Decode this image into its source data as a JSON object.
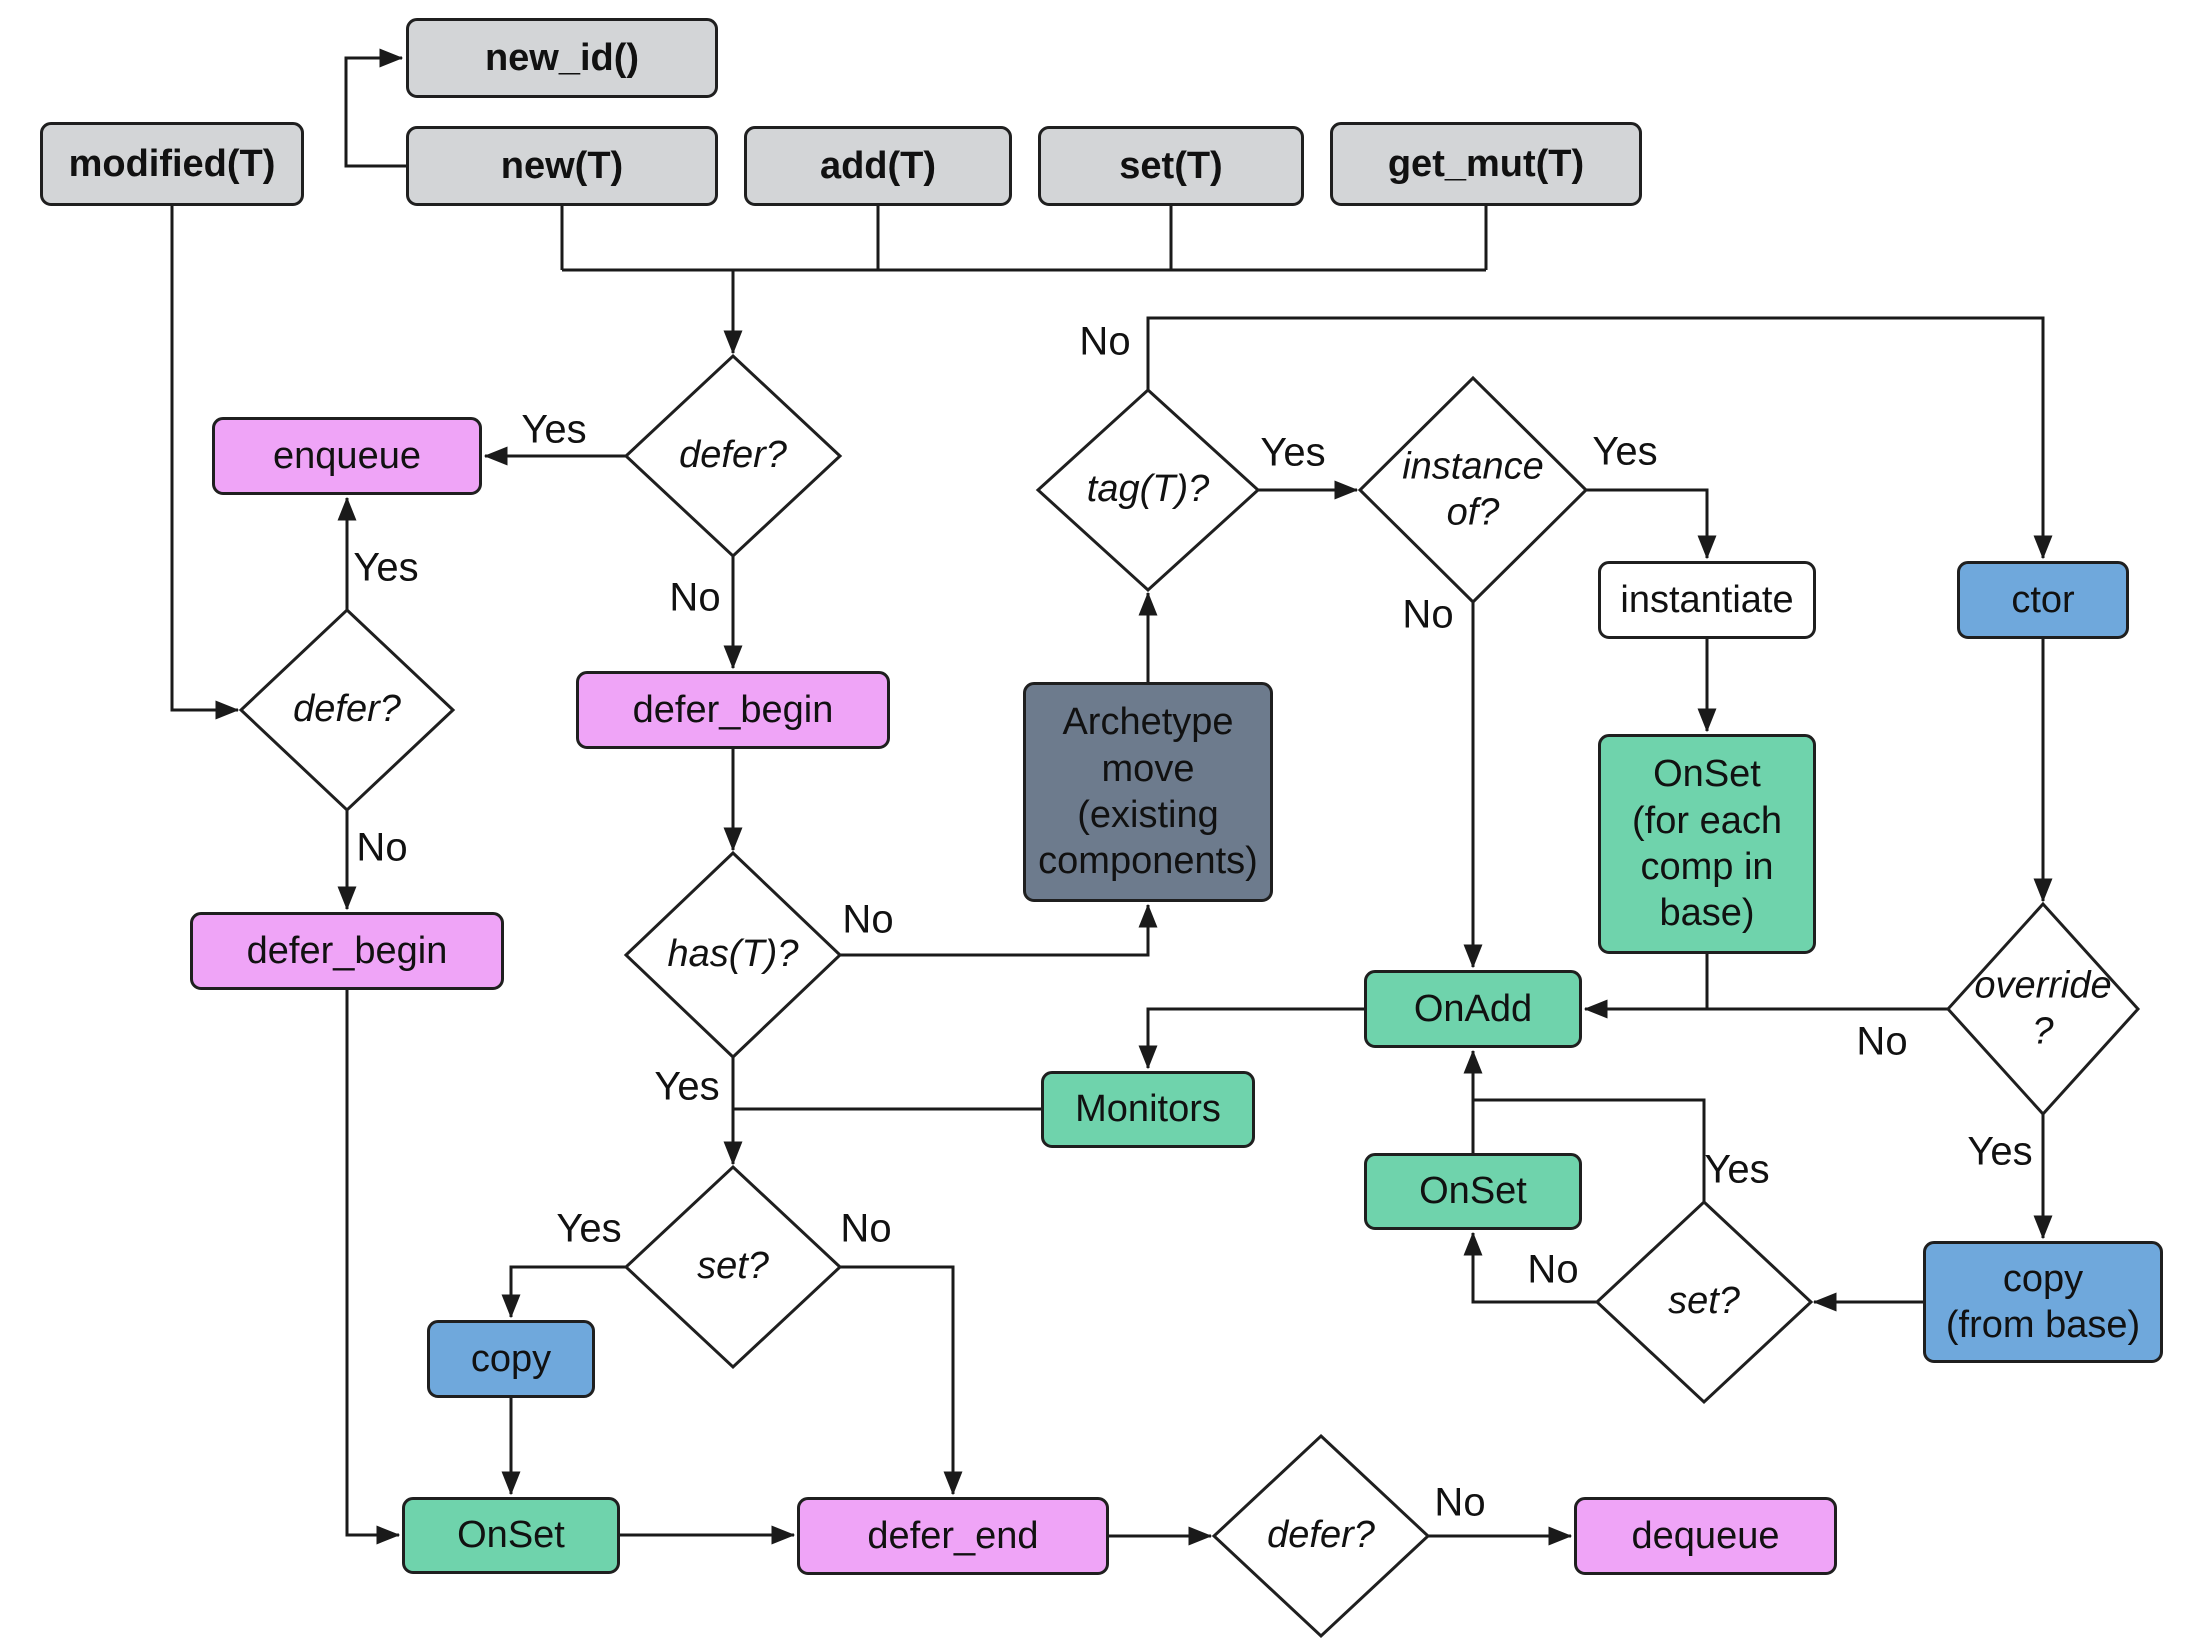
{
  "colors": {
    "operation_gray": "#d3d5d7",
    "defer_pink": "#efa4f7",
    "hook_green": "#6fd3ac",
    "copy_blue": "#6fa8dc",
    "archetype_slate": "#6d7b8d",
    "diamond_white": "#ffffff",
    "border_dark": "#1f1f1f",
    "line_dark": "#1a1a1a"
  },
  "nodes": {
    "modified": "modified(T)",
    "new_id": "new_id()",
    "new": "new(T)",
    "add": "add(T)",
    "set": "set(T)",
    "get_mut": "get_mut(T)",
    "enqueue": "enqueue",
    "defer_center": "defer?",
    "defer_left": "defer?",
    "defer_begin_center": "defer_begin",
    "defer_begin_left": "defer_begin",
    "has_t": "has(T)?",
    "archetype_move": "Archetype\nmove\n(existing\ncomponents)",
    "tag_t": "tag(T)?",
    "instance_of": "instance\nof?",
    "instantiate": "instantiate",
    "ctor": "ctor",
    "onset_base": "OnSet\n(for each\ncomp in\nbase)",
    "onadd": "OnAdd",
    "monitors": "Monitors",
    "onset_right": "OnSet",
    "override": "override\n?",
    "set_right": "set?",
    "copy_from_base": "copy\n(from base)",
    "set_center": "set?",
    "copy": "copy",
    "onset_bottom": "OnSet",
    "defer_end": "defer_end",
    "defer_bottom": "defer?",
    "dequeue": "dequeue"
  },
  "edge_labels": {
    "defer_center_yes": "Yes",
    "defer_center_no": "No",
    "defer_left_yes": "Yes",
    "defer_left_no": "No",
    "tag_no": "No",
    "tag_yes": "Yes",
    "instance_yes": "Yes",
    "instance_no": "No",
    "has_no": "No",
    "has_yes": "Yes",
    "set_center_yes": "Yes",
    "set_center_no": "No",
    "override_no": "No",
    "override_yes": "Yes",
    "set_right_yes": "Yes",
    "set_right_no": "No",
    "defer_bottom_no": "No"
  }
}
